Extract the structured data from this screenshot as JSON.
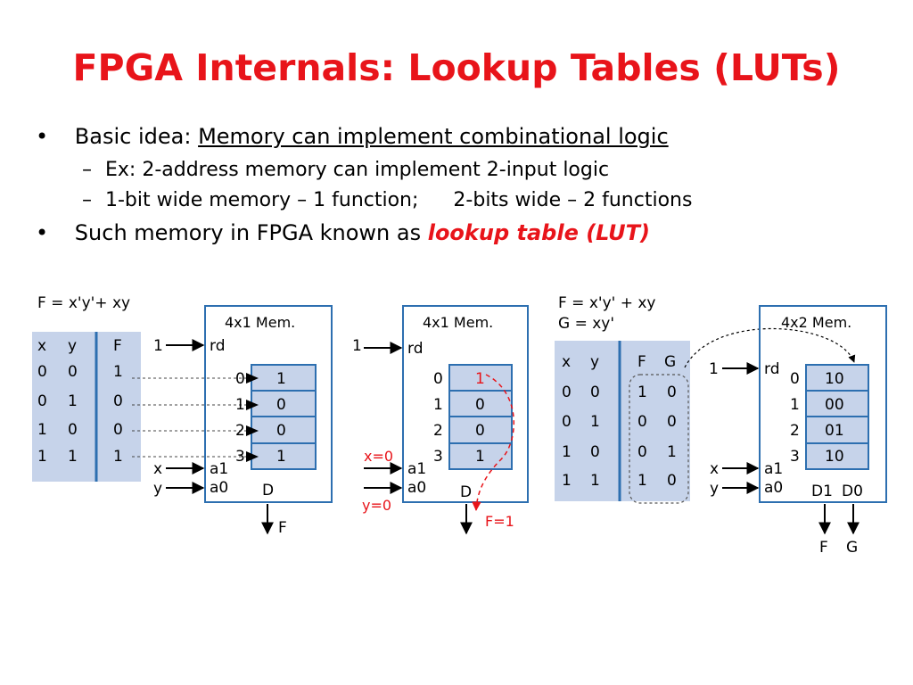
{
  "title": "FPGA Internals: Lookup Tables (LUTs)",
  "bullets": {
    "b1_prefix": "Basic idea: ",
    "b1_underlined": "Memory can implement combinational logic",
    "sub1": "Ex: 2-address memory can implement 2-input logic",
    "sub2a": "1-bit wide memory – 1 function;",
    "sub2b": "2-bits wide – 2 functions",
    "b2_prefix": "Such memory in FPGA known as ",
    "b2_emph": "lookup table (LUT)",
    "bullet_glyph": "•",
    "dash_glyph": "–"
  },
  "diagram1": {
    "equation": "F = x'y'+ xy",
    "table_headers": [
      "x",
      "y",
      "F"
    ],
    "table_rows": [
      [
        "0",
        "0",
        "1"
      ],
      [
        "0",
        "1",
        "0"
      ],
      [
        "1",
        "0",
        "0"
      ],
      [
        "1",
        "1",
        "1"
      ]
    ],
    "mem_label": "4x1 Mem.",
    "rd_input": "1",
    "rd": "rd",
    "addresses": [
      "0",
      "1",
      "2",
      "3"
    ],
    "cells": [
      "1",
      "0",
      "0",
      "1"
    ],
    "x": "x",
    "y": "y",
    "a1": "a1",
    "a0": "a0",
    "d": "D",
    "out": "F"
  },
  "diagram2": {
    "mem_label": "4x1 Mem.",
    "rd_input": "1",
    "rd": "rd",
    "addresses": [
      "0",
      "1",
      "2",
      "3"
    ],
    "cells": [
      "1",
      "0",
      "0",
      "1"
    ],
    "x_val": "x=0",
    "y_val": "y=0",
    "a1": "a1",
    "a0": "a0",
    "d": "D",
    "out": "F=1"
  },
  "diagram3": {
    "equation1": "F = x'y' + xy",
    "equation2": "G = xy'",
    "table_headers": [
      "x",
      "y",
      "F",
      "G"
    ],
    "table_rows": [
      [
        "0",
        "0",
        "1",
        "0"
      ],
      [
        "0",
        "1",
        "0",
        "0"
      ],
      [
        "1",
        "0",
        "0",
        "1"
      ],
      [
        "1",
        "1",
        "1",
        "0"
      ]
    ],
    "mem_label": "4x2 Mem.",
    "rd_input": "1",
    "rd": "rd",
    "addresses": [
      "0",
      "1",
      "2",
      "3"
    ],
    "cells": [
      "10",
      "00",
      "01",
      "10"
    ],
    "x": "x",
    "y": "y",
    "a1": "a1",
    "a0": "a0",
    "d1": "D1",
    "d0": "D0",
    "out_f": "F",
    "out_g": "G"
  },
  "colors": {
    "title": "#e8141a",
    "accent_red": "#e8141a",
    "box_border": "#2d6fb0",
    "table_fill": "#c6d3ea",
    "cell_fill": "#c6d3ea"
  }
}
